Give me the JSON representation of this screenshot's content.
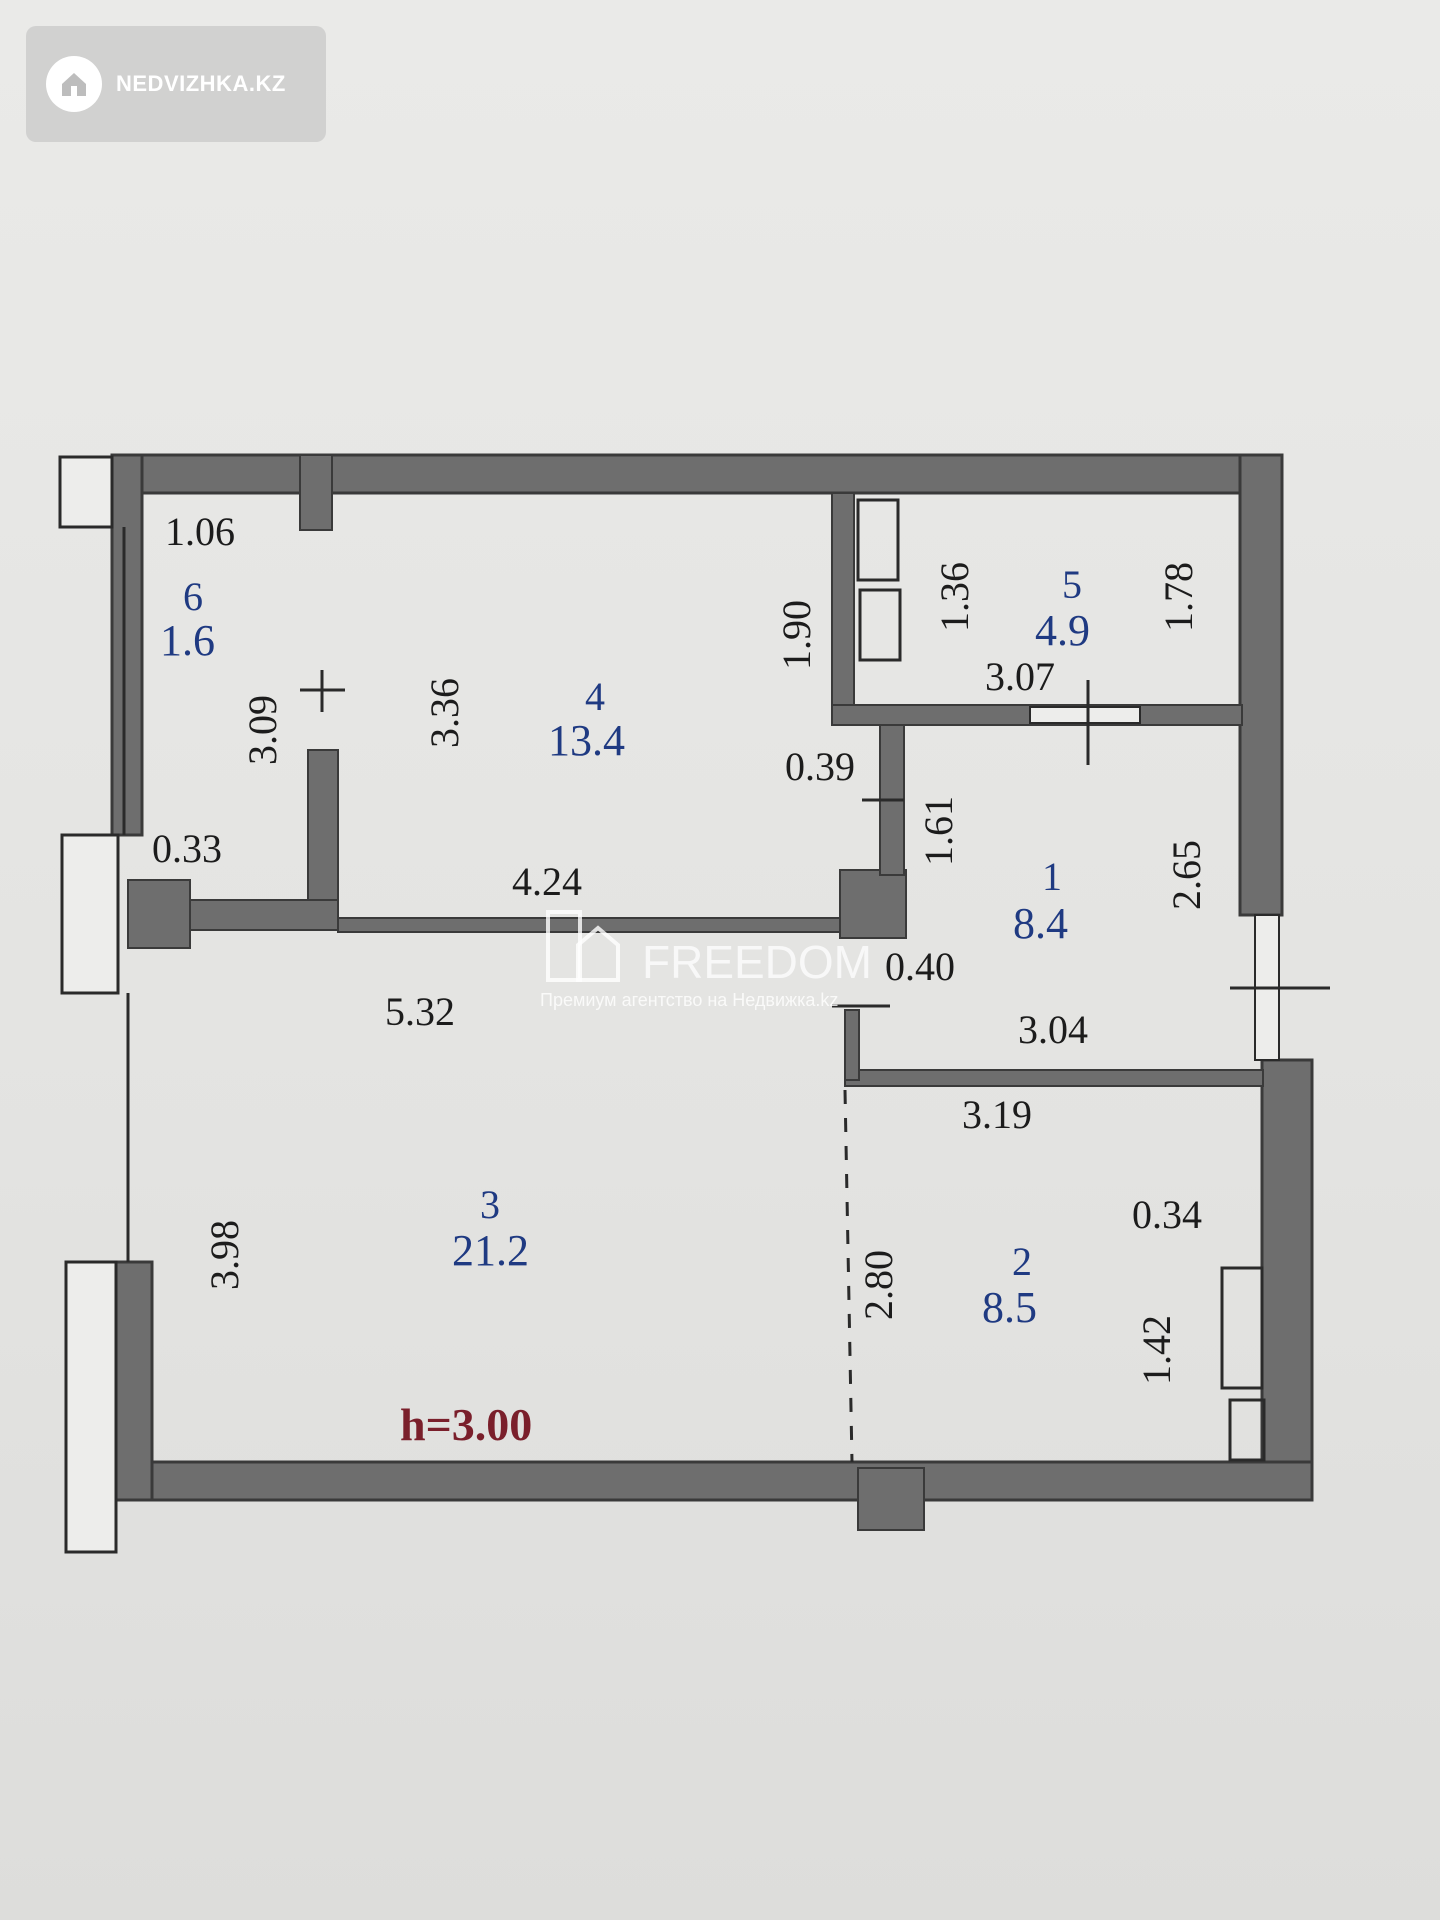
{
  "watermark": {
    "site": "NEDVIZHKA.KZ",
    "agency": "FREEDOM",
    "tagline": "Премиум агентство на Недвижка.kz"
  },
  "colors": {
    "wall": "#6e6e6e",
    "wall_outline": "#3a3a3a",
    "room_number": "#1f3a82",
    "height_label": "#7a1f2b"
  },
  "ceiling_height": "h=3.00",
  "rooms": [
    {
      "number": "1",
      "area": "8.4"
    },
    {
      "number": "2",
      "area": "8.5"
    },
    {
      "number": "3",
      "area": "21.2"
    },
    {
      "number": "4",
      "area": "13.4"
    },
    {
      "number": "5",
      "area": "4.9"
    },
    {
      "number": "6",
      "area": "1.6"
    }
  ],
  "dimensions": {
    "r6_top": "1.06",
    "r6_side": "3.09",
    "r6_bottom": "0.33",
    "r4_side": "3.36",
    "r4_bottom": "4.24",
    "r4_right": "1.90",
    "r5_left": "1.36",
    "r5_right": "1.78",
    "r5_bottom": "3.07",
    "r1_gap": "0.39",
    "r1_left": "1.61",
    "r1_right": "2.65",
    "r1_corner": "0.40",
    "r1_bottom": "3.04",
    "r3_top": "5.32",
    "r3_side": "3.98",
    "r2_top": "3.19",
    "r2_left": "2.80",
    "r2_corner": "0.34",
    "r2_right": "1.42"
  }
}
